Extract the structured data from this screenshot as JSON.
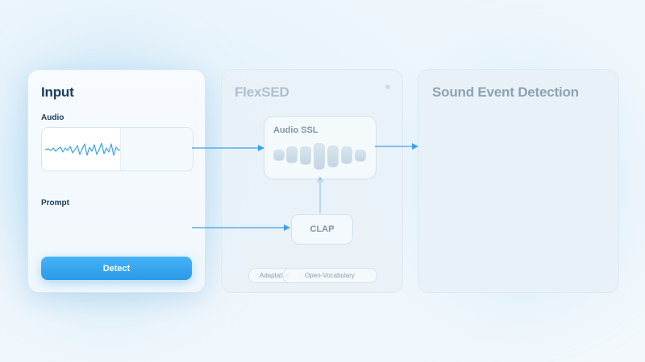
{
  "input_card": {
    "title": "Input",
    "audio_label": "Audio",
    "prompt_label": "Prompt",
    "detect_label": "Detect"
  },
  "flexsed_card": {
    "title": "FlexSED",
    "ssl_title": "Audio SSL",
    "clap_label": "CLAP",
    "tags": [
      "Adaptation",
      "Open-Vocabulary"
    ]
  },
  "output_card": {
    "title": "Sound Event Detection"
  },
  "colors": {
    "accent": "#2a9ae8",
    "arrow": "#3aa3ea",
    "title_dark": "#1d3d5c"
  },
  "icons": {
    "waveform": "waveform-icon"
  }
}
